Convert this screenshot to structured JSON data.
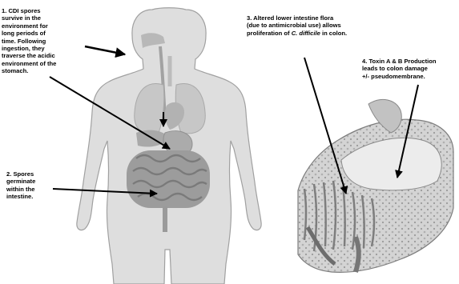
{
  "labels": {
    "step1": [
      "1. CDI spores",
      "survive in the",
      "environment for",
      "long periods of",
      "time. Following",
      "ingestion, they",
      "traverse the acidic",
      "environment of the",
      "stomach."
    ],
    "step2": [
      "2. Spores",
      "germinate",
      "within the",
      "intestine."
    ],
    "step3": {
      "line1": "3. Altered lower intestine flora",
      "line2": "(due to antimicrobial use) allows",
      "line3_prefix": "proliferation of ",
      "line3_italic": "C. difficile",
      "line3_suffix": " in colon."
    },
    "step4": [
      "4. Toxin A & B Production",
      "leads to colon damage",
      "+/- pseudomembrane."
    ]
  },
  "colors": {
    "body_fill": "#d9d9d9",
    "body_outline": "#a6a6a6",
    "organ": "#9e9e9e",
    "arrow": "#000000"
  }
}
